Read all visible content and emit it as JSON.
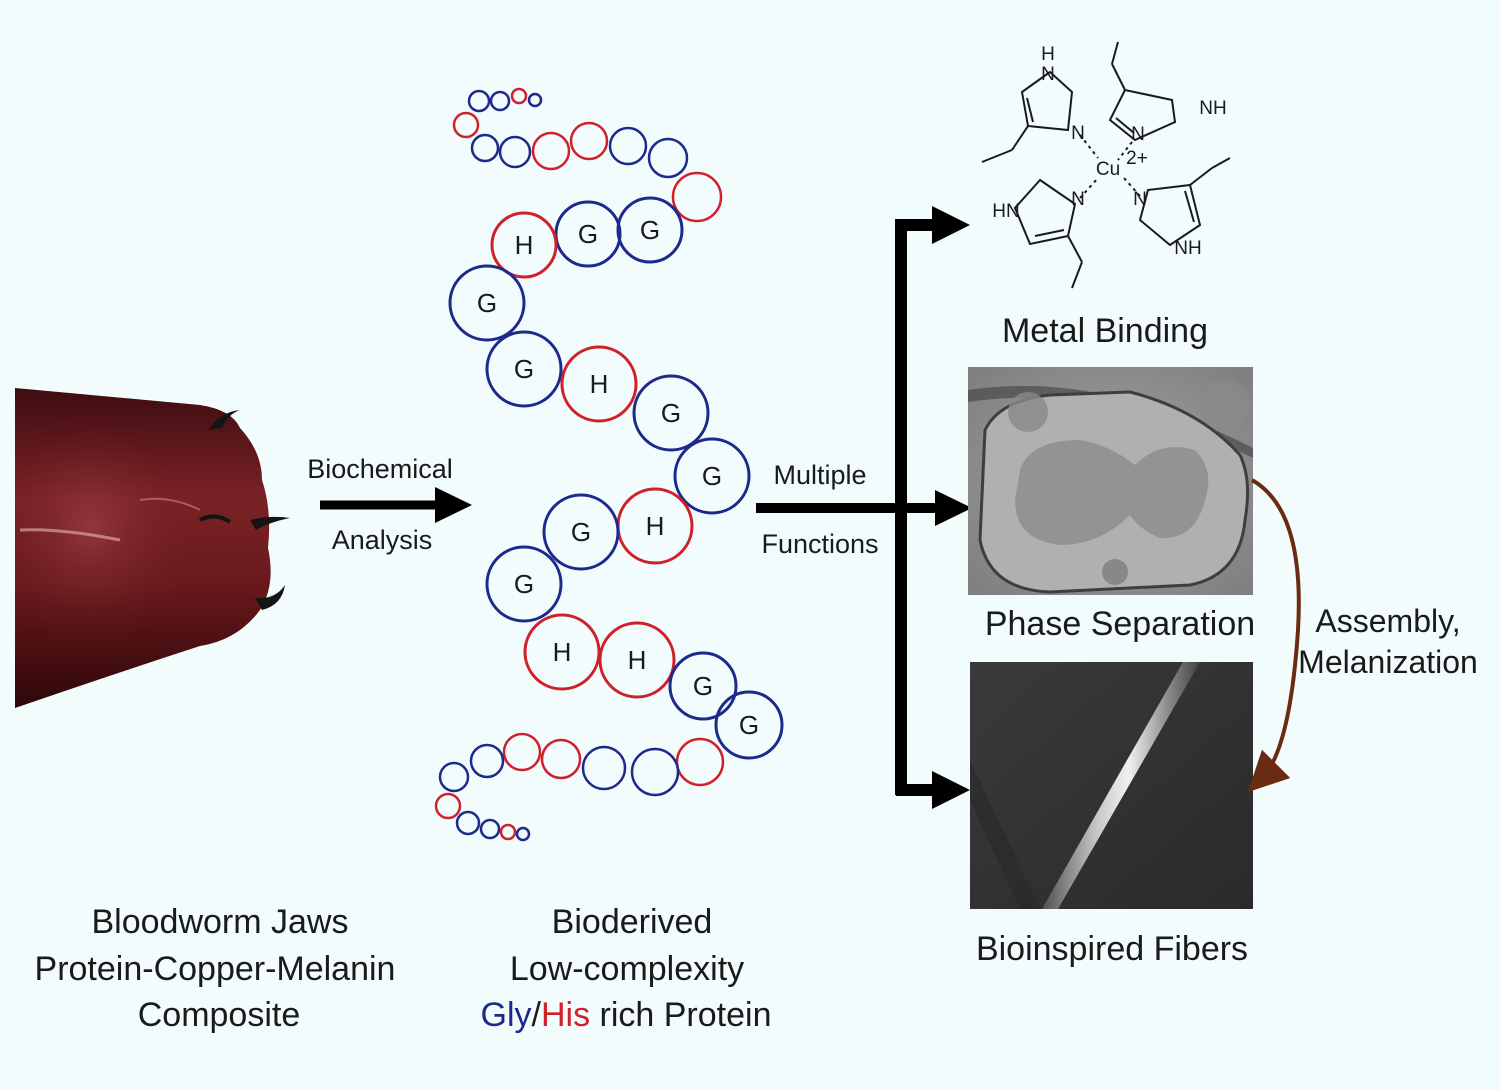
{
  "arrow_labels": {
    "step1_line1": "Biochemical",
    "step1_line2": "Analysis",
    "step2_line1": "Multiple",
    "step2_line2": "Functions",
    "side_line1": "Assembly,",
    "side_line2": "Melanization"
  },
  "captions": {
    "jaws": [
      "Bloodworm Jaws",
      "Protein-Copper-Melanin",
      "Composite"
    ],
    "protein": [
      "Bioderived",
      "Low-complexity"
    ],
    "protein_gly": "Gly",
    "protein_slash": "/",
    "protein_his": "His",
    "protein_rest": " rich Protein",
    "metal": "Metal Binding",
    "phase": "Phase Separation",
    "fibers": "Bioinspired Fibers"
  },
  "chem": {
    "metal": "Cu",
    "charge": "2+",
    "n": "N",
    "h": "H",
    "nh": "NH",
    "hn": "HN"
  },
  "residues": {
    "gly_letter": "G",
    "his_letter": "H"
  },
  "colors": {
    "gly": "#1c2a8c",
    "his": "#d0202a",
    "arrow": "#000000",
    "side_arrow": "#6b2a12",
    "background": "#f2fcfd",
    "jaw": "#6a1a1d"
  }
}
